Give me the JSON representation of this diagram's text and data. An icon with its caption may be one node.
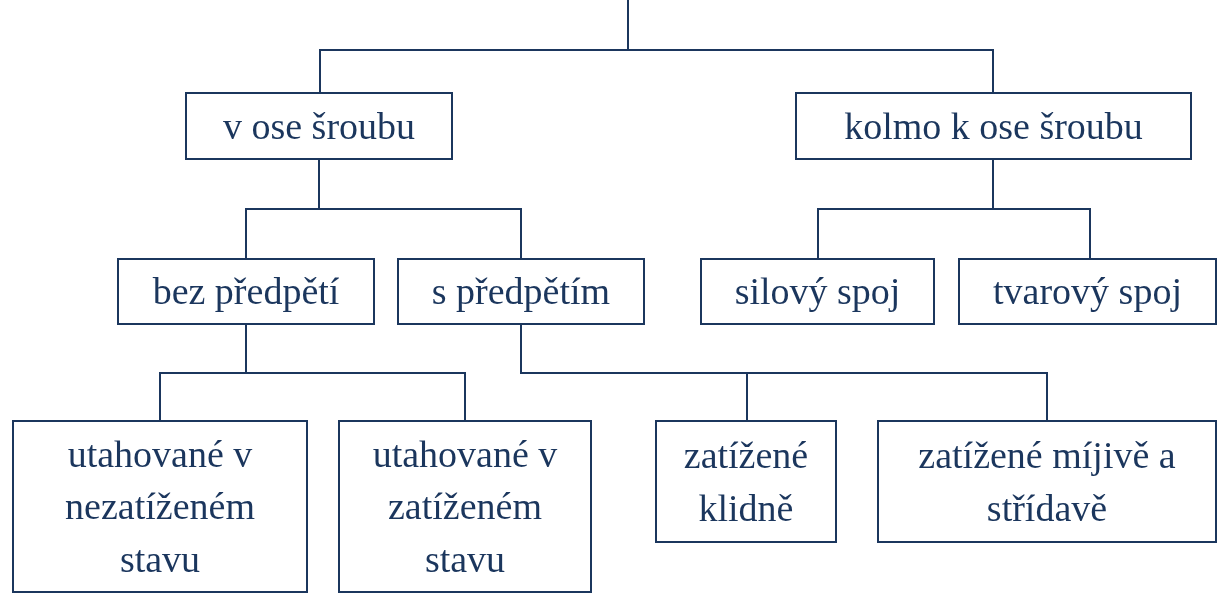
{
  "diagram": {
    "nodes": [
      {
        "text": [
          "v ose šroubu"
        ]
      },
      {
        "text": [
          "kolmo k ose šroubu"
        ]
      },
      {
        "text": [
          "bez předpětí"
        ]
      },
      {
        "text": [
          "s předpětím"
        ]
      },
      {
        "text": [
          "silový spoj"
        ]
      },
      {
        "text": [
          "tvarový spoj"
        ]
      },
      {
        "text": [
          "utahované v nezatíženém stavu"
        ]
      },
      {
        "text": [
          "utahované v zatíženém stavu"
        ]
      },
      {
        "text": [
          "zatížené klidně"
        ]
      },
      {
        "text": [
          "zatížené míjivě a střídavě"
        ]
      }
    ],
    "edges": [
      {
        "from": null,
        "to": 0,
        "arrow": "none"
      },
      {
        "from": null,
        "to": 1,
        "arrow": "none"
      },
      {
        "from": 0,
        "to": 2,
        "arrow": "none"
      },
      {
        "from": 0,
        "to": 3,
        "arrow": "none"
      },
      {
        "from": 1,
        "to": 4,
        "arrow": "none"
      },
      {
        "from": 1,
        "to": 5,
        "arrow": "none"
      },
      {
        "from": 2,
        "to": 6,
        "arrow": "none"
      },
      {
        "from": 2,
        "to": 7,
        "arrow": "none"
      },
      {
        "from": 3,
        "to": 8,
        "arrow": "none"
      },
      {
        "from": 3,
        "to": 9,
        "arrow": "none"
      }
    ]
  }
}
